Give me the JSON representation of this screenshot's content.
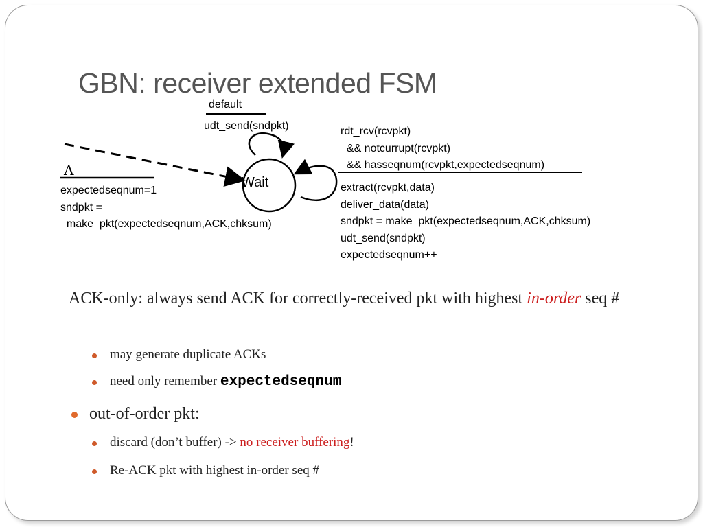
{
  "slide": {
    "title": "GBN: receiver extended FSM"
  },
  "fsm": {
    "state": "Wait",
    "init": {
      "symbol": "Λ",
      "actions": [
        "expectedseqnum=1",
        "sndpkt =",
        "  make_pkt(expectedseqnum,ACK,chksum)"
      ]
    },
    "default_loop": {
      "event": "default",
      "action": "udt_send(sndpkt)"
    },
    "receive_loop": {
      "conditions": [
        "rdt_rcv(rcvpkt)",
        "  && notcurrupt(rcvpkt)",
        "  && hasseqnum(rcvpkt,expectedseqnum)"
      ],
      "actions": [
        "extract(rcvpkt,data)",
        "deliver_data(data)",
        "sndpkt = make_pkt(expectedseqnum,ACK,chksum)",
        "udt_send(sndpkt)",
        "expectedseqnum++"
      ]
    }
  },
  "bullets": {
    "ack_only": {
      "lead": "ACK-only: always send ACK for correctly-received pkt with highest ",
      "emph": "in-order",
      "tail": " seq #",
      "subs": [
        {
          "text": "may generate duplicate ACKs"
        },
        {
          "text": "need only remember ",
          "code": "expectedseqnum"
        }
      ]
    },
    "out_of_order": {
      "lead": "out-of-order pkt:",
      "subs": [
        {
          "text": "discard (don’t buffer) -> ",
          "red": "no receiver buffering",
          "tail": "!"
        },
        {
          "text": "Re-ACK pkt with highest in-order seq #"
        }
      ]
    }
  },
  "colors": {
    "title": "#555555",
    "bullet": "#e06a2c",
    "emphasis": "#cc1f1f"
  }
}
